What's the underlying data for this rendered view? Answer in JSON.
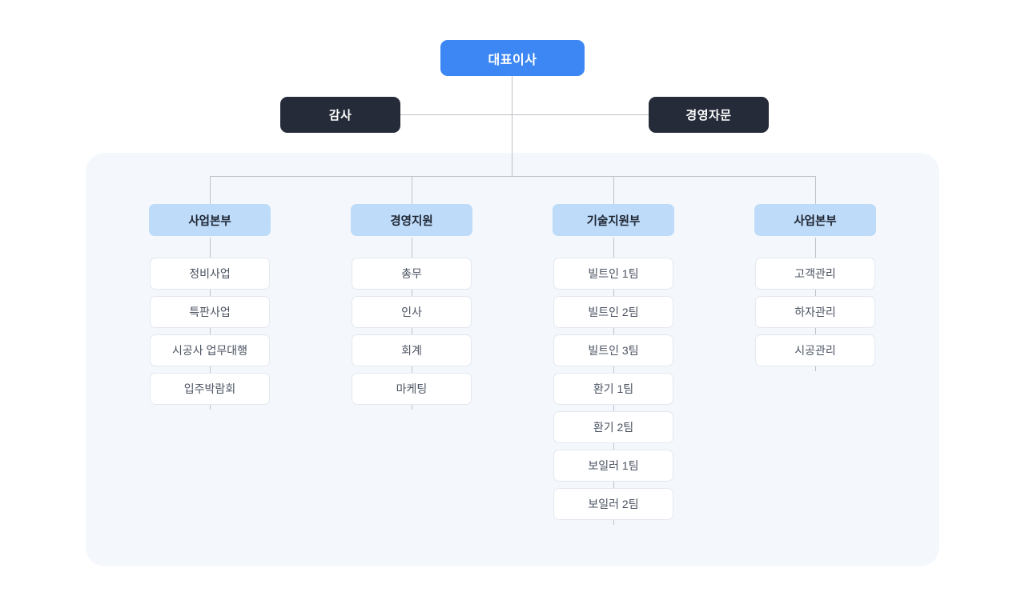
{
  "chart": {
    "type": "org-chart",
    "root": {
      "label": "대표이사",
      "color": "#3d87f5",
      "text_color": "#ffffff"
    },
    "staff": [
      {
        "label": "감사",
        "color": "#252b39",
        "side": "left"
      },
      {
        "label": "경영자문",
        "color": "#252b39",
        "side": "right"
      }
    ],
    "panel": {
      "background": "#f4f8fd"
    },
    "line_color": "#bcc2c9",
    "departments": [
      {
        "label": "사업본부",
        "color": "#bedcfa",
        "children": [
          {
            "label": "정비사업"
          },
          {
            "label": "특판사업"
          },
          {
            "label": "시공사 업무대행"
          },
          {
            "label": "입주박람회"
          }
        ]
      },
      {
        "label": "경영지원",
        "color": "#bedcfa",
        "children": [
          {
            "label": "총무"
          },
          {
            "label": "인사"
          },
          {
            "label": "회계"
          },
          {
            "label": "마케팅"
          }
        ]
      },
      {
        "label": "기술지원부",
        "color": "#bedcfa",
        "children": [
          {
            "label": "빌트인 1팀"
          },
          {
            "label": "빌트인 2팀"
          },
          {
            "label": "빌트인 3팀"
          },
          {
            "label": "환기 1팀"
          },
          {
            "label": "환기 2팀"
          },
          {
            "label": "보일러 1팀"
          },
          {
            "label": "보일러 2팀"
          }
        ]
      },
      {
        "label": "사업본부",
        "color": "#bedcfa",
        "children": [
          {
            "label": "고객관리"
          },
          {
            "label": "하자관리"
          },
          {
            "label": "시공관리"
          }
        ]
      }
    ]
  }
}
